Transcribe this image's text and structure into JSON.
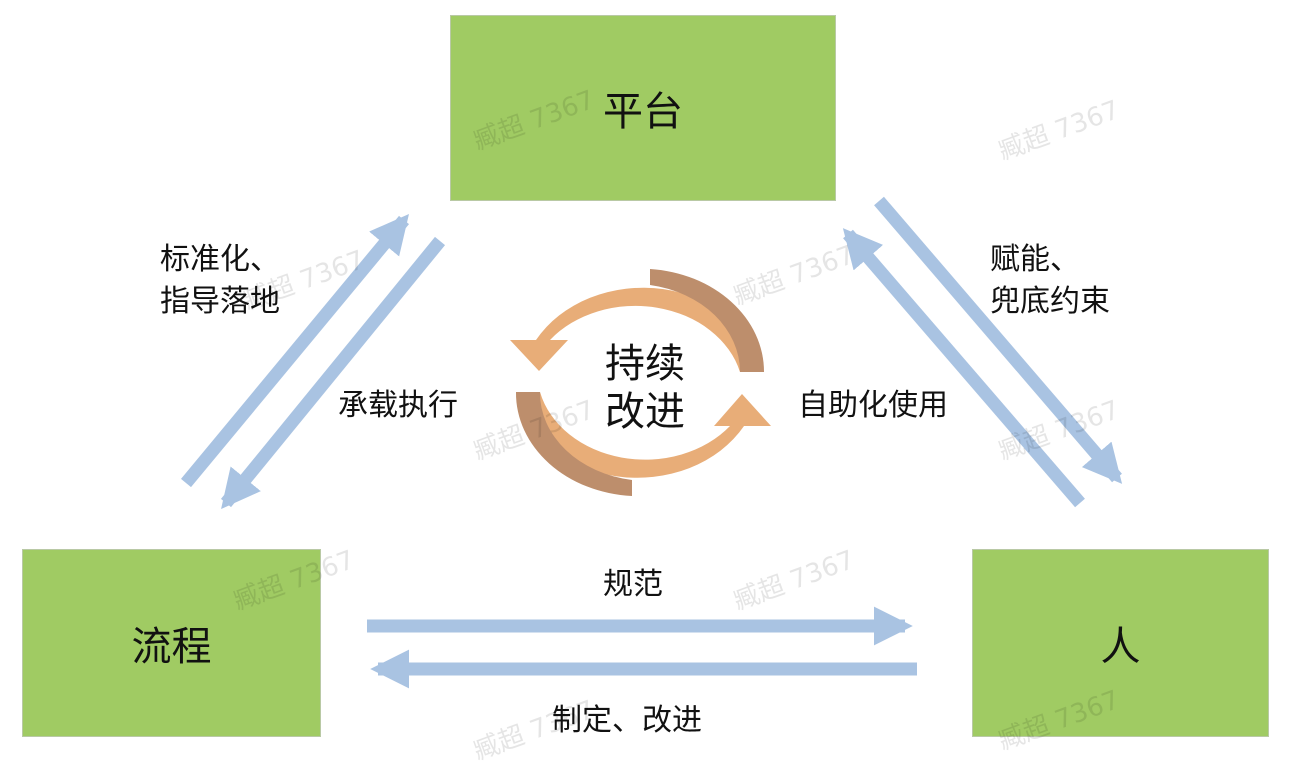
{
  "nodes": {
    "platform": "平台",
    "process": "流程",
    "people": "人"
  },
  "edge_labels": {
    "standardize_line1": "标准化、",
    "standardize_line2": "指导落地",
    "carry_out": "承载执行",
    "empower_line1": "赋能、",
    "empower_line2": "兜底约束",
    "self_service": "自助化使用",
    "regulate": "规范",
    "define_improve": "制定、改进"
  },
  "center": {
    "line1": "持续",
    "line2": "改进"
  },
  "watermark": "臧超 7367",
  "colors": {
    "box_fill": "#a0cb63",
    "arrow": "#a9c3e2",
    "cycle_light": "#e8ad78",
    "cycle_dark": "#bd8e6c"
  }
}
